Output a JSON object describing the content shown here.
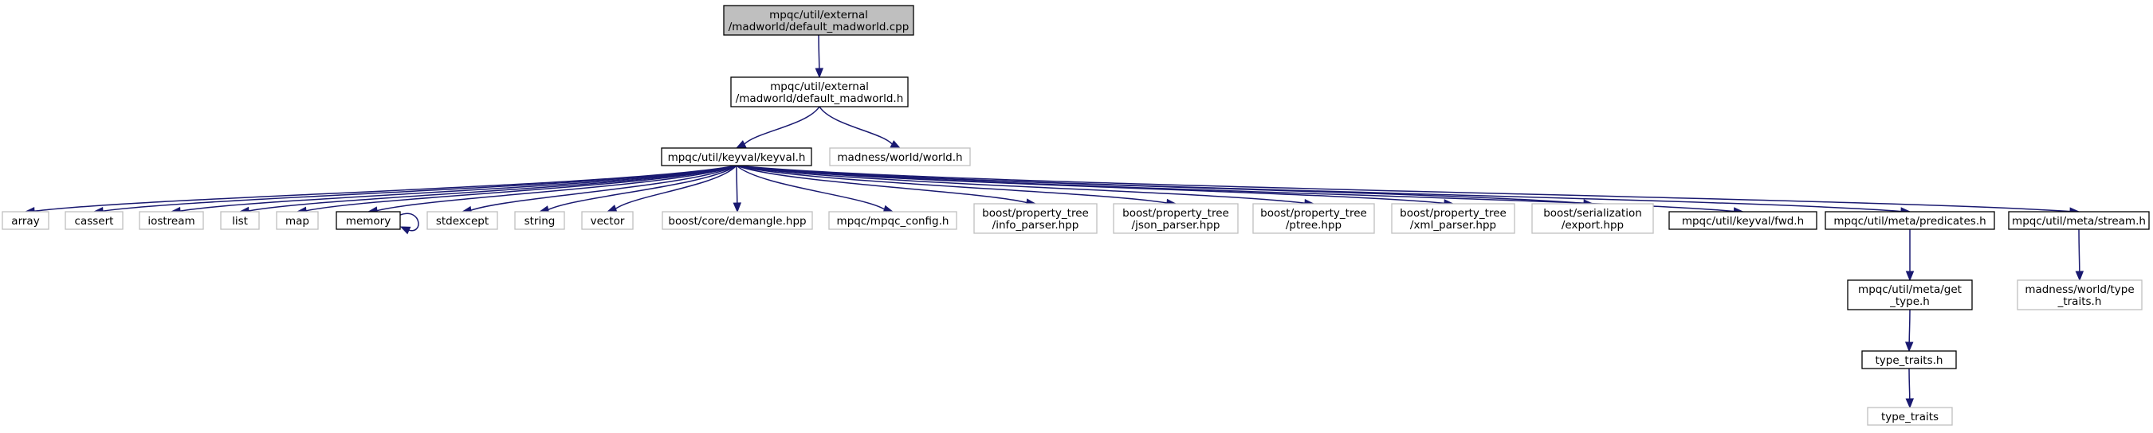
{
  "graph": {
    "nodes": [
      {
        "id": "root",
        "lines": [
          "mpqc/util/external",
          "/madworld/default_madworld.cpp"
        ],
        "style": "root"
      },
      {
        "id": "dmh",
        "lines": [
          "mpqc/util/external",
          "/madworld/default_madworld.h"
        ],
        "style": "doc"
      },
      {
        "id": "keyval",
        "lines": [
          "mpqc/util/keyval/keyval.h"
        ],
        "style": "doc"
      },
      {
        "id": "world",
        "lines": [
          "madness/world/world.h"
        ],
        "style": "ext"
      },
      {
        "id": "array",
        "lines": [
          "array"
        ],
        "style": "ext"
      },
      {
        "id": "cassert",
        "lines": [
          "cassert"
        ],
        "style": "ext"
      },
      {
        "id": "iostream",
        "lines": [
          "iostream"
        ],
        "style": "ext"
      },
      {
        "id": "list",
        "lines": [
          "list"
        ],
        "style": "ext"
      },
      {
        "id": "map",
        "lines": [
          "map"
        ],
        "style": "ext"
      },
      {
        "id": "memory",
        "lines": [
          "memory"
        ],
        "style": "doc"
      },
      {
        "id": "stdexcept",
        "lines": [
          "stdexcept"
        ],
        "style": "ext"
      },
      {
        "id": "string",
        "lines": [
          "string"
        ],
        "style": "ext"
      },
      {
        "id": "vector",
        "lines": [
          "vector"
        ],
        "style": "ext"
      },
      {
        "id": "demangle",
        "lines": [
          "boost/core/demangle.hpp"
        ],
        "style": "ext"
      },
      {
        "id": "config",
        "lines": [
          "mpqc/mpqc_config.h"
        ],
        "style": "ext"
      },
      {
        "id": "info",
        "lines": [
          "boost/property_tree",
          "/info_parser.hpp"
        ],
        "style": "ext"
      },
      {
        "id": "json",
        "lines": [
          "boost/property_tree",
          "/json_parser.hpp"
        ],
        "style": "ext"
      },
      {
        "id": "ptree",
        "lines": [
          "boost/property_tree",
          "/ptree.hpp"
        ],
        "style": "ext"
      },
      {
        "id": "xml",
        "lines": [
          "boost/property_tree",
          "/xml_parser.hpp"
        ],
        "style": "ext"
      },
      {
        "id": "export",
        "lines": [
          "boost/serialization",
          "/export.hpp"
        ],
        "style": "ext"
      },
      {
        "id": "fwd",
        "lines": [
          "mpqc/util/keyval/fwd.h"
        ],
        "style": "doc"
      },
      {
        "id": "predicates",
        "lines": [
          "mpqc/util/meta/predicates.h"
        ],
        "style": "doc"
      },
      {
        "id": "stream",
        "lines": [
          "mpqc/util/meta/stream.h"
        ],
        "style": "doc"
      },
      {
        "id": "gettype",
        "lines": [
          "mpqc/util/meta/get",
          "_type.h"
        ],
        "style": "doc"
      },
      {
        "id": "mtt",
        "lines": [
          "madness/world/type",
          "_traits.h"
        ],
        "style": "ext"
      },
      {
        "id": "tth",
        "lines": [
          "type_traits.h"
        ],
        "style": "doc"
      },
      {
        "id": "tt",
        "lines": [
          "type_traits"
        ],
        "style": "ext"
      }
    ],
    "edges": [
      [
        "root",
        "dmh"
      ],
      [
        "dmh",
        "keyval"
      ],
      [
        "dmh",
        "world"
      ],
      [
        "keyval",
        "array"
      ],
      [
        "keyval",
        "cassert"
      ],
      [
        "keyval",
        "iostream"
      ],
      [
        "keyval",
        "list"
      ],
      [
        "keyval",
        "map"
      ],
      [
        "keyval",
        "memory"
      ],
      [
        "keyval",
        "stdexcept"
      ],
      [
        "keyval",
        "string"
      ],
      [
        "keyval",
        "vector"
      ],
      [
        "keyval",
        "demangle"
      ],
      [
        "keyval",
        "config"
      ],
      [
        "keyval",
        "info"
      ],
      [
        "keyval",
        "json"
      ],
      [
        "keyval",
        "ptree"
      ],
      [
        "keyval",
        "xml"
      ],
      [
        "keyval",
        "export"
      ],
      [
        "keyval",
        "fwd"
      ],
      [
        "keyval",
        "predicates"
      ],
      [
        "keyval",
        "stream"
      ],
      [
        "memory",
        "memory"
      ],
      [
        "predicates",
        "gettype"
      ],
      [
        "gettype",
        "tth"
      ],
      [
        "tth",
        "tt"
      ],
      [
        "stream",
        "mtt"
      ]
    ]
  },
  "colors": {
    "edge": "#191970",
    "root_fill": "#bfbfbf",
    "doc_stroke": "#000000",
    "ext_stroke": "#bfbfbf"
  }
}
